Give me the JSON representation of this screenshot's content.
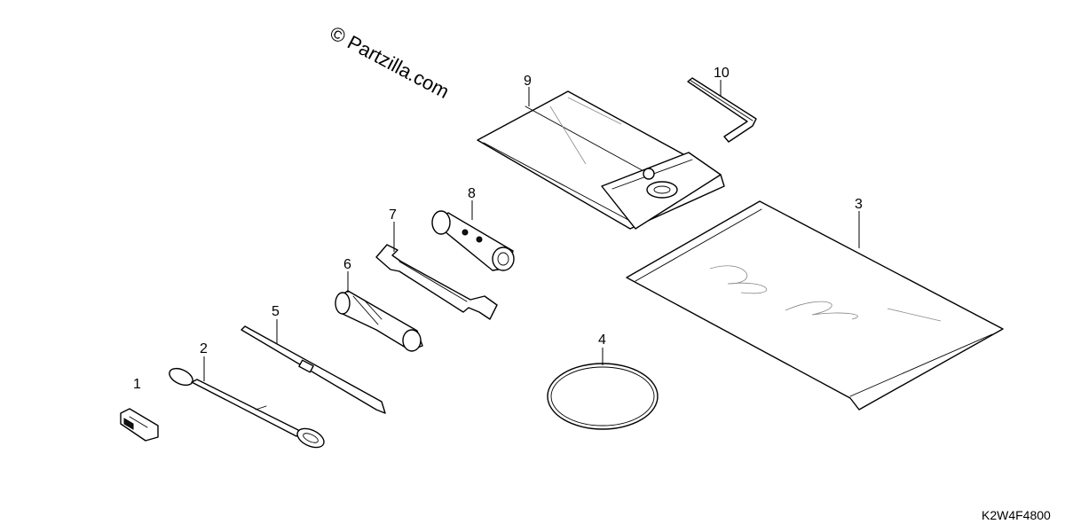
{
  "watermark": "© Partzilla.com",
  "diagram_code": "K2W4F4800",
  "callouts": [
    {
      "id": "1",
      "part": "fuse clip"
    },
    {
      "id": "2",
      "part": "extension bar"
    },
    {
      "id": "3",
      "part": "document bag"
    },
    {
      "id": "4",
      "part": "rubber band"
    },
    {
      "id": "5",
      "part": "screwdriver shaft"
    },
    {
      "id": "6",
      "part": "screwdriver grip"
    },
    {
      "id": "7",
      "part": "open end wrench"
    },
    {
      "id": "8",
      "part": "spark plug wrench"
    },
    {
      "id": "9",
      "part": "tool bag"
    },
    {
      "id": "10",
      "part": "hex wrench"
    }
  ]
}
